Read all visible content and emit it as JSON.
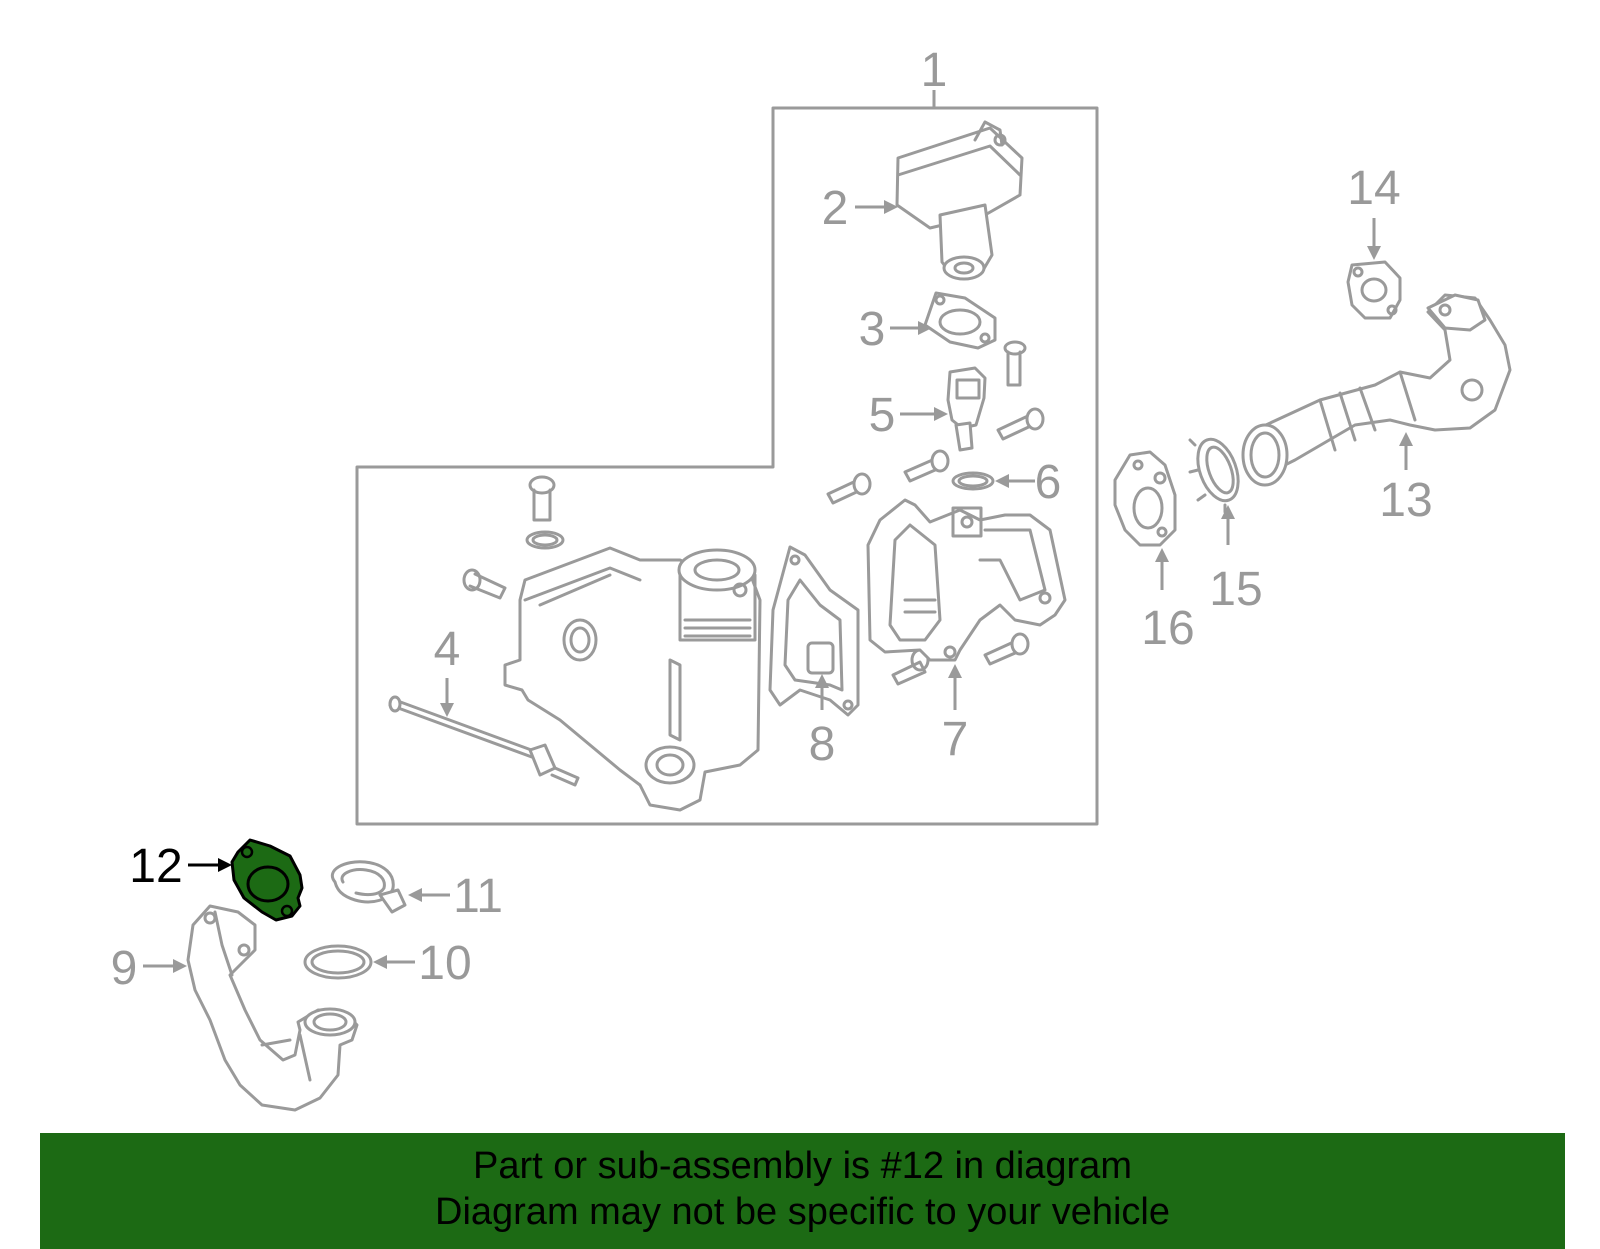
{
  "callouts": {
    "c1": "1",
    "c2": "2",
    "c3": "3",
    "c4": "4",
    "c5": "5",
    "c6": "6",
    "c7": "7",
    "c8": "8",
    "c9": "9",
    "c10": "10",
    "c11": "11",
    "c12": "12",
    "c13": "13",
    "c14": "14",
    "c15": "15",
    "c16": "16"
  },
  "highlighted_part": "12",
  "colors": {
    "highlight_fill": "#1c6a14",
    "line_gray": "#9a9a9a",
    "banner_bg": "#1c6a14"
  },
  "banner": {
    "line1": "Part or sub-assembly is #12 in diagram",
    "line2": "Diagram may not be specific to your vehicle"
  }
}
